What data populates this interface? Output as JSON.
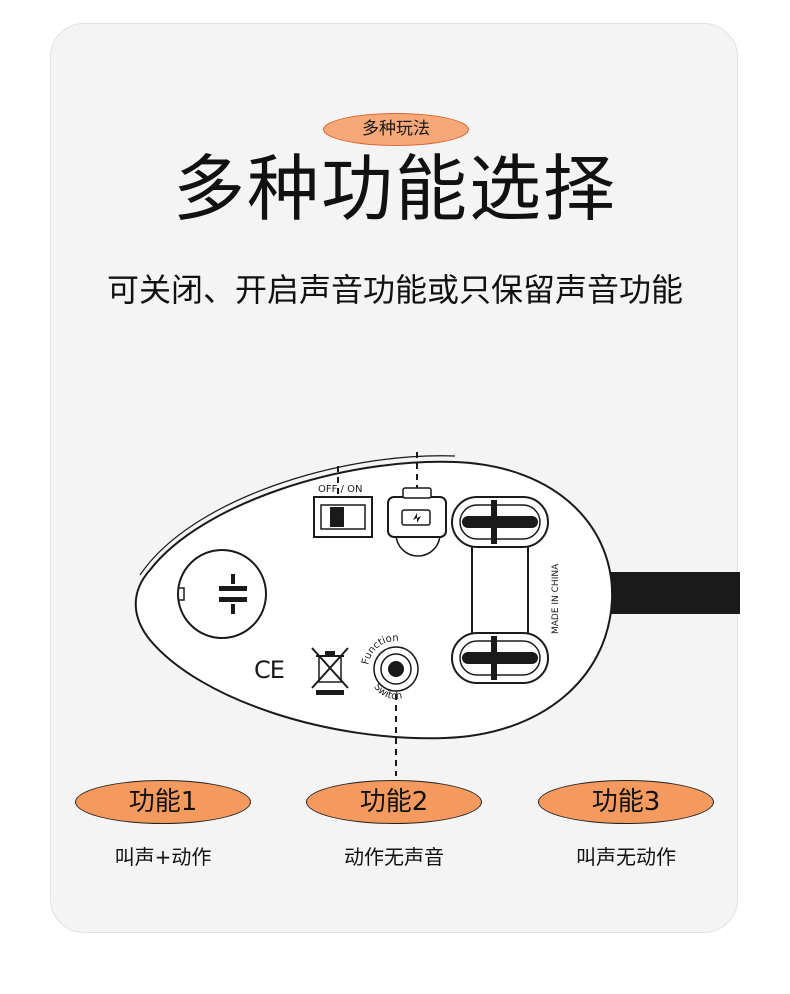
{
  "header": {
    "tag": "多种玩法",
    "title": "多种功能选择",
    "subtitle": "可关闭、开启声音功能或只保留声音功能"
  },
  "device": {
    "switch_label": "OFF / ON",
    "made_in": "MADE IN CHINA",
    "ce_mark": "CE",
    "function_ring_top": "Function",
    "function_ring_bottom": "Switch"
  },
  "functions": [
    {
      "label": "功能1",
      "desc": "叫声+动作"
    },
    {
      "label": "功能2",
      "desc": "动作无声音"
    },
    {
      "label": "功能3",
      "desc": "叫声无动作"
    }
  ],
  "colors": {
    "pill_fill": "#f59a5e",
    "tag_fill": "#f6a879",
    "outline": "#1a1a1a"
  }
}
